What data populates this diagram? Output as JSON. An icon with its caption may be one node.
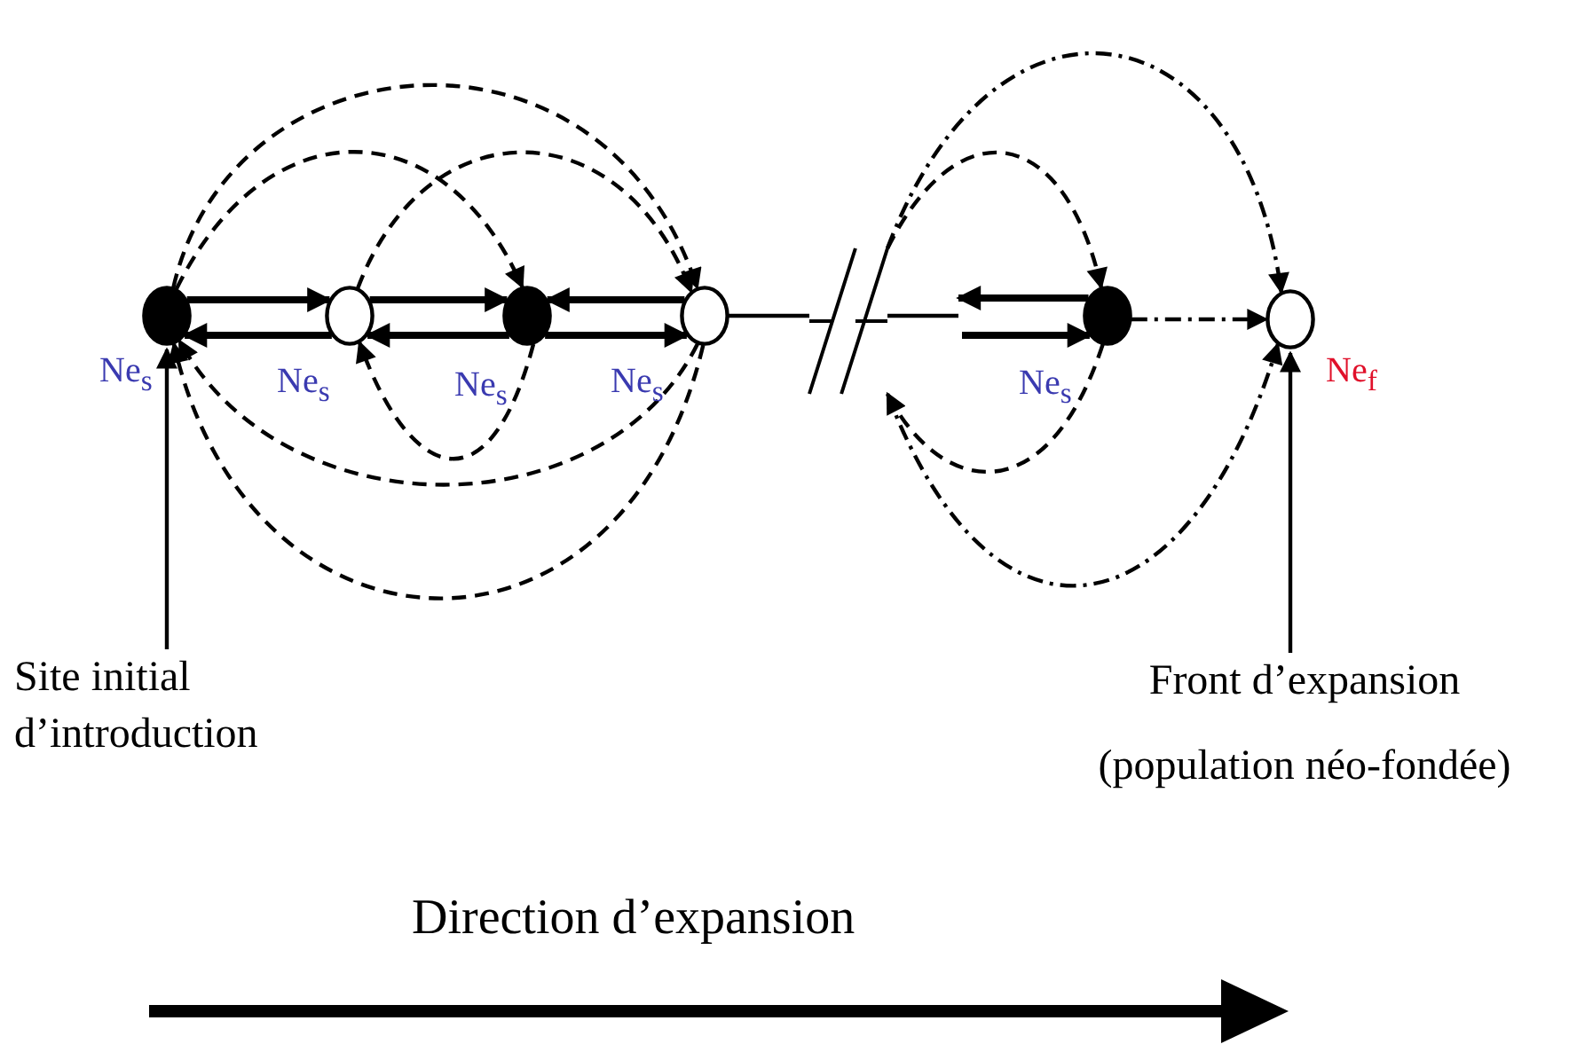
{
  "diagram": {
    "nodes": [
      {
        "text": [],
        "shape": "dot",
        "beside": [
          "Ne$_{s}$"
        ]
      },
      {
        "text": [],
        "shape": "circle",
        "beside": [
          "Ne$_{s}$"
        ]
      },
      {
        "text": [],
        "shape": "dot",
        "beside": [
          "Ne$_{s}$"
        ]
      },
      {
        "text": [],
        "shape": "circle",
        "beside": [
          "Ne$_{s}$"
        ]
      },
      {
        "text": [],
        "shape": "dot",
        "beside": [
          "Ne$_{s}$"
        ]
      },
      {
        "text": [],
        "shape": "circle",
        "beside": [
          "Ne$_{f}$"
        ]
      },
      {
        "text": [
          "Site initial d’introduction"
        ]
      },
      {
        "text": [
          "Front d’expansion",
          "(population néo-fondée)"
        ]
      },
      {
        "text": [],
        "shape": "break"
      }
    ],
    "edges": [
      {
        "from": 0,
        "to": 1,
        "arrow": "to",
        "style": "thick"
      },
      {
        "from": 1,
        "to": 0,
        "arrow": "to",
        "style": "thick"
      },
      {
        "from": 1,
        "to": 2,
        "arrow": "to",
        "style": "thick"
      },
      {
        "from": 2,
        "to": 1,
        "arrow": "to",
        "style": "thick"
      },
      {
        "from": 3,
        "to": 2,
        "arrow": "to",
        "style": "thick"
      },
      {
        "from": 2,
        "to": 3,
        "arrow": "to",
        "style": "thick"
      },
      {
        "from": 3,
        "to": 8,
        "arrow": "none"
      },
      {
        "from": 4,
        "to": null,
        "arrow": "to",
        "style": "thick"
      },
      {
        "from": null,
        "to": 4,
        "arrow": "to",
        "style": "thick"
      },
      {
        "from": 4,
        "to": 5,
        "arrow": "to",
        "style": "dashed"
      },
      {
        "from": 0,
        "to": 3,
        "arrow": "to",
        "style": "dashed"
      },
      {
        "from": 0,
        "to": 2,
        "arrow": "to",
        "style": "dashed"
      },
      {
        "from": 1,
        "to": 3,
        "arrow": "to",
        "style": "dashed"
      },
      {
        "from": 2,
        "to": 1,
        "arrow": "to",
        "style": "dashed"
      },
      {
        "from": 3,
        "to": 0,
        "arrow": "to",
        "style": "dashed"
      },
      {
        "from": 3,
        "to": 0,
        "arrow": "to",
        "style": "dashed"
      },
      {
        "from": 8,
        "to": 4,
        "arrow": "to",
        "style": "dashed"
      },
      {
        "from": 8,
        "to": 5,
        "arrow": "to",
        "style": "dashed"
      },
      {
        "from": 4,
        "to": 8,
        "arrow": "to",
        "style": "dashed"
      },
      {
        "from": 8,
        "to": 5,
        "arrow": "to",
        "style": "dashed"
      },
      {
        "from": 6,
        "to": 0,
        "arrow": "to"
      },
      {
        "from": 7,
        "to": 5,
        "arrow": "to"
      }
    ],
    "labels": [
      "Direction d’expansion"
    ]
  }
}
